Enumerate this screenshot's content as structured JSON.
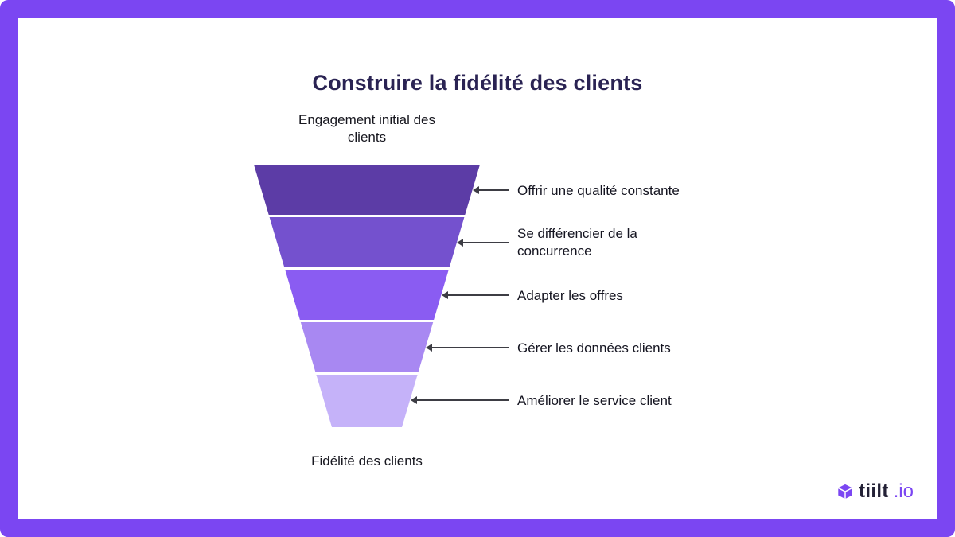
{
  "title": "Construire la fidélité des clients",
  "funnel": {
    "top_label": "Engagement initial des clients",
    "bottom_label": "Fidélité des clients",
    "segments": [
      {
        "label": "Offrir une qualité constante",
        "color": "#5c3ca6"
      },
      {
        "label": "Se différencier de la concurrence",
        "color": "#7451ce"
      },
      {
        "label": "Adapter les offres",
        "color": "#8a5cf2"
      },
      {
        "label": "Gérer les données clients",
        "color": "#a888f2"
      },
      {
        "label": "Améliorer le service client",
        "color": "#c5b2f9"
      }
    ]
  },
  "branding": {
    "name": "tiilt",
    "suffix": ".io"
  },
  "colors": {
    "frame": "#7b46f2",
    "title": "#2a2353",
    "text": "#141420",
    "arrow": "#3d3d44"
  }
}
